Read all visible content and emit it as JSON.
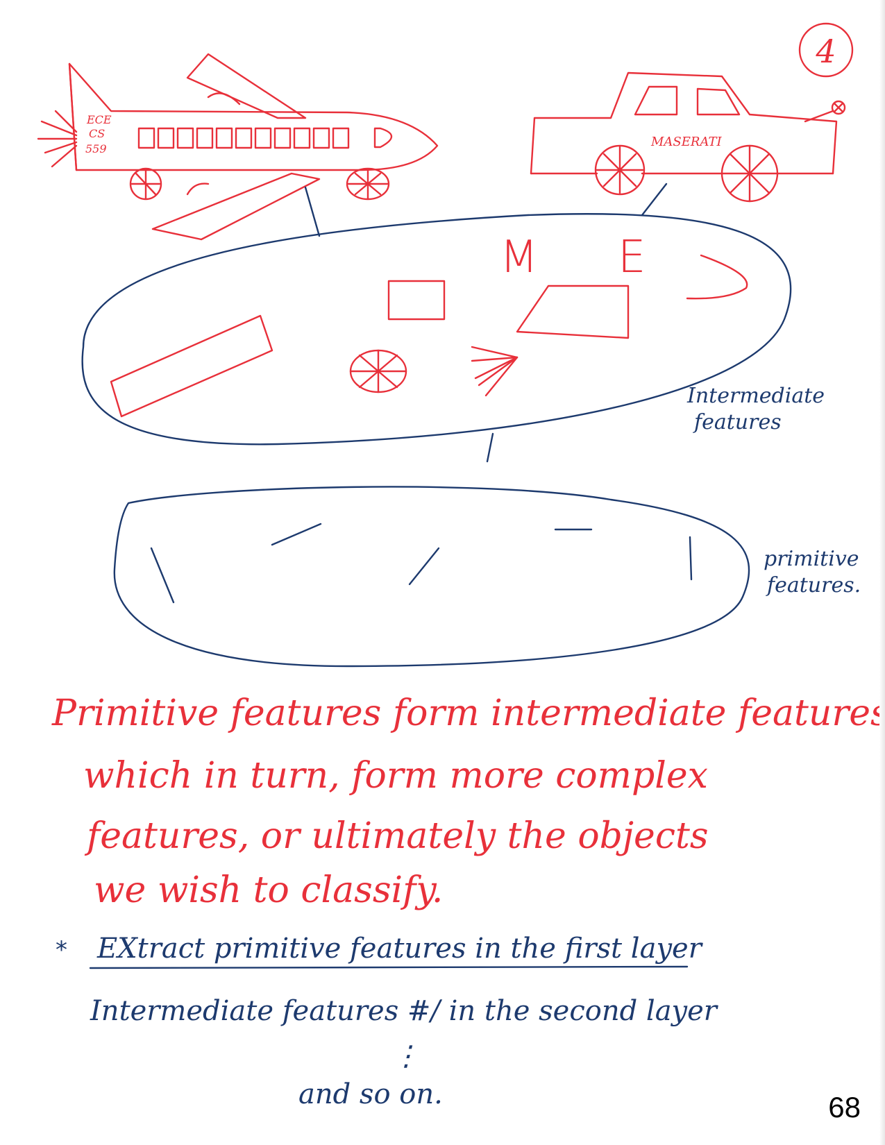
{
  "page": {
    "corner_number": "4",
    "page_number": "68"
  },
  "airplane": {
    "tail_text": [
      "ECE",
      "CS",
      "559"
    ]
  },
  "car": {
    "brand_text": "MASERATI"
  },
  "intermediate_layer": {
    "letters": [
      "M",
      "E"
    ],
    "label": [
      "Intermediate",
      "features"
    ]
  },
  "primitive_layer": {
    "label": [
      "primitive",
      "features."
    ]
  },
  "notes": {
    "red_lines": [
      "Primitive features form intermediate features,",
      "which in turn, form more complex",
      "features, or ultimately the objects",
      "we wish to classify."
    ],
    "bullet": "*",
    "blue_lines": [
      "EXtract primitive features in the first layer",
      "Intermediate features #/ in the second layer",
      "⋮",
      "and so on."
    ]
  },
  "colors": {
    "red_ink": "#e8303a",
    "blue_ink": "#1d3a6e"
  }
}
